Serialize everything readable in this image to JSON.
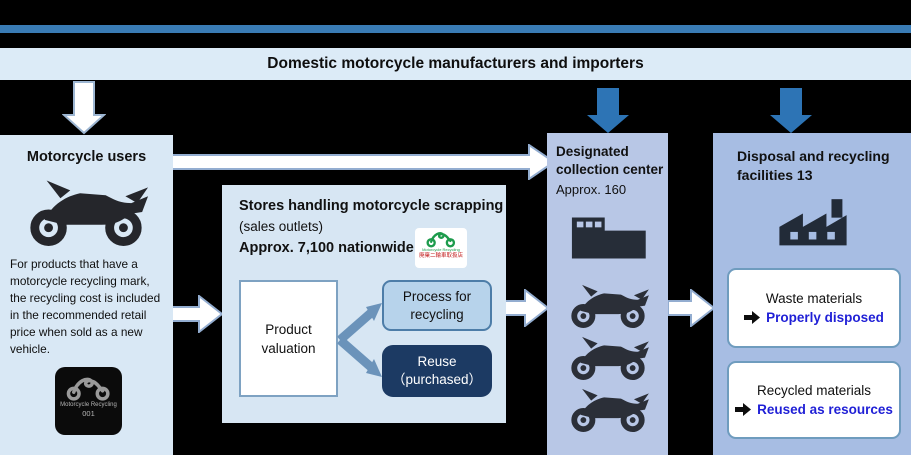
{
  "header": {
    "title": "Domestic motorcycle manufacturers and importers"
  },
  "users_panel": {
    "title": "Motorcycle users",
    "description": "For products that have a motorcycle recycling mark, the recycling cost is included in the recommended retail price when sold as a new vehicle.",
    "badge_label": "Motorcycle Recycling",
    "badge_number": "001"
  },
  "stores_panel": {
    "title": "Stores handling motorcycle scrapping",
    "subtitle": "(sales outlets)",
    "count": "Approx. 7,100 nationwide",
    "logo_label": "Motorcycle Recycling",
    "logo_jp": "廃棄二輪車取扱店",
    "valuation_label": "Product valuation",
    "process_label": "Process for recycling",
    "reuse_line1": "Reuse",
    "reuse_line2": "（purchased）"
  },
  "collection_panel": {
    "title": "Designated collection center",
    "count": "Approx. 160"
  },
  "disposal_panel": {
    "title": "Disposal and recycling facilities 13",
    "waste_title": "Waste materials",
    "waste_result": "Properly disposed",
    "recycled_title": "Recycled materials",
    "recycled_result": "Reused as resources"
  },
  "icons": [
    "motorcycle-icon",
    "recycle-mark-icon",
    "building-icon",
    "factory-icon",
    "down-arrow",
    "right-arrow"
  ],
  "colors": {
    "background": "#000000",
    "accent_stripe": "#3a7cb5",
    "band_bg": "#dcebf7",
    "panel_light_blue": "#d9e8f5",
    "panel_periwinkle": "#b8c7e6",
    "panel_periwinkle_dark": "#a7bde3",
    "blue_arrow": "#2d74b5",
    "process_box_fill": "#b7d3eb",
    "reuse_box_navy": "#1c3a63",
    "result_link_blue": "#1f1fd6",
    "store_logo_green": "#1d9b4c",
    "store_logo_red": "#c32222"
  }
}
